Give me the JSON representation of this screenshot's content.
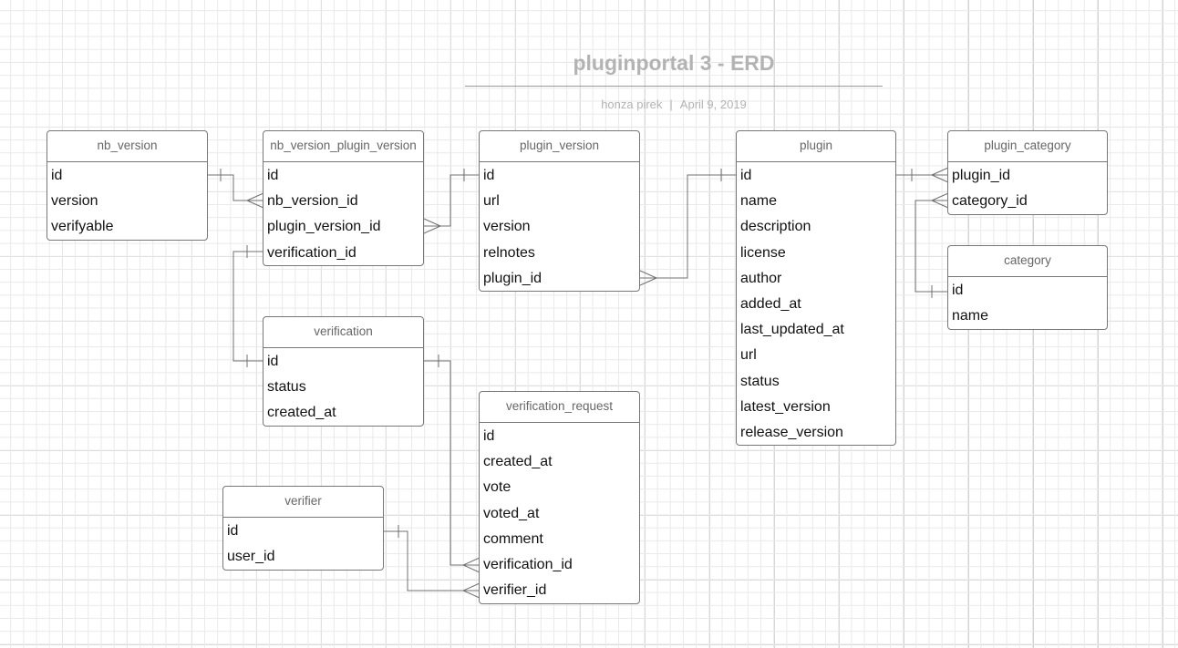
{
  "diagram": {
    "title": "pluginportal 3 - ERD",
    "author": "honza pirek",
    "separator": "|",
    "date": "April 9, 2019"
  },
  "entities": {
    "nb_version": {
      "name": "nb_version",
      "fields": [
        "id",
        "version",
        "verifyable"
      ]
    },
    "nb_version_plugin_version": {
      "name": "nb_version_plugin_version",
      "fields": [
        "id",
        "nb_version_id",
        "plugin_version_id",
        "verification_id"
      ]
    },
    "plugin_version": {
      "name": "plugin_version",
      "fields": [
        "id",
        "url",
        "version",
        "relnotes",
        "plugin_id"
      ]
    },
    "plugin": {
      "name": "plugin",
      "fields": [
        "id",
        "name",
        "description",
        "license",
        "author",
        "added_at",
        "last_updated_at",
        "url",
        "status",
        "latest_version",
        "release_version"
      ]
    },
    "plugin_category": {
      "name": "plugin_category",
      "fields": [
        "plugin_id",
        "category_id"
      ]
    },
    "category": {
      "name": "category",
      "fields": [
        "id",
        "name"
      ]
    },
    "verification": {
      "name": "verification",
      "fields": [
        "id",
        "status",
        "created_at"
      ]
    },
    "verification_request": {
      "name": "verification_request",
      "fields": [
        "id",
        "created_at",
        "vote",
        "voted_at",
        "comment",
        "verification_id",
        "verifier_id"
      ]
    },
    "verifier": {
      "name": "verifier",
      "fields": [
        "id",
        "user_id"
      ]
    }
  },
  "relationships": [
    {
      "from": "nb_version.id",
      "to": "nb_version_plugin_version.nb_version_id",
      "cardinality": "one-to-many"
    },
    {
      "from": "plugin_version.id",
      "to": "nb_version_plugin_version.plugin_version_id",
      "cardinality": "one-to-many"
    },
    {
      "from": "plugin.id",
      "to": "plugin_version.plugin_id",
      "cardinality": "one-to-many"
    },
    {
      "from": "plugin.id",
      "to": "plugin_category.plugin_id",
      "cardinality": "one-to-many"
    },
    {
      "from": "category.id",
      "to": "plugin_category.category_id",
      "cardinality": "one-to-many"
    },
    {
      "from": "verification.id",
      "to": "nb_version_plugin_version.verification_id",
      "cardinality": "one-to-one"
    },
    {
      "from": "verification.id",
      "to": "verification_request.verification_id",
      "cardinality": "one-to-many"
    },
    {
      "from": "verifier.id",
      "to": "verification_request.verifier_id",
      "cardinality": "one-to-many"
    }
  ]
}
